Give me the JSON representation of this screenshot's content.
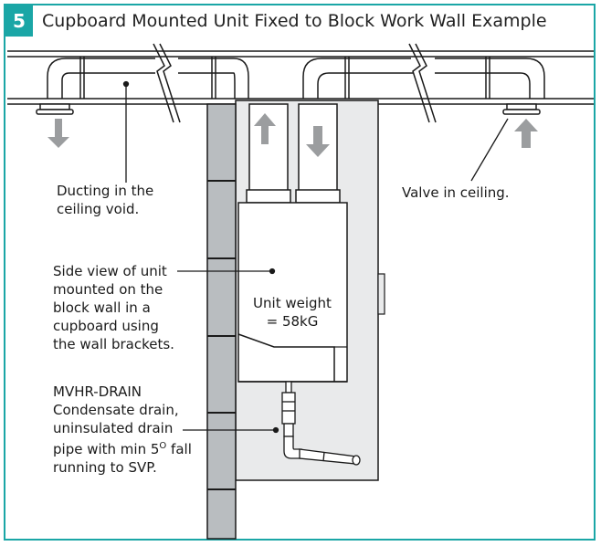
{
  "header": {
    "number": "5",
    "title": "Cupboard Mounted Unit Fixed to Block Work Wall Example"
  },
  "labels": {
    "ducting": [
      "Ducting in the",
      "ceiling void."
    ],
    "valve": [
      "Valve in ceiling."
    ],
    "side_view": [
      "Side view of unit",
      "mounted on the",
      "block wall in a",
      "cupboard using",
      "the wall brackets."
    ],
    "weight": [
      "Unit weight",
      "= 58kG"
    ],
    "drain_title": "MVHR-DRAIN",
    "drain_body": [
      "Condensate drain,",
      "uninsulated drain"
    ],
    "drain_fall_prefix": "pipe with min 5",
    "drain_fall_sup": "O",
    "drain_fall_suffix": " fall",
    "drain_end": "running to SVP."
  },
  "colors": {
    "accent": "#1aa6a6",
    "wall_fill": "#b9bdc0",
    "cupboard_fill": "#e9eaeb",
    "arrow_fill": "#9b9d9f",
    "line": "#1a1a1a"
  }
}
